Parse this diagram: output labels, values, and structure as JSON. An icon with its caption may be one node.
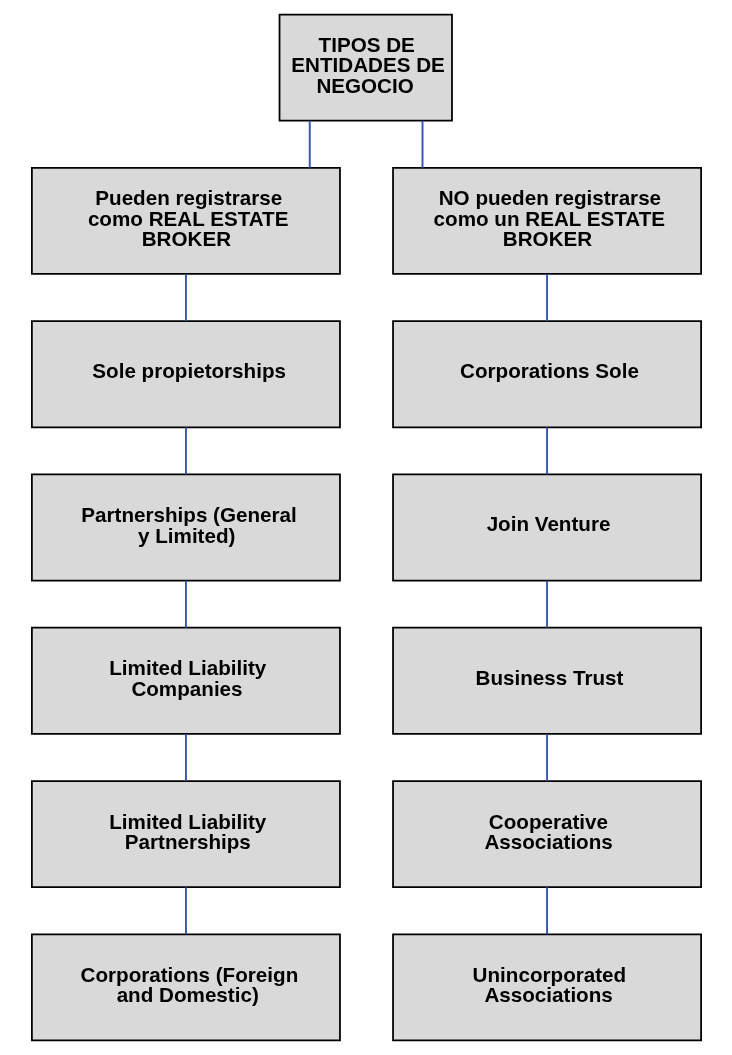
{
  "diagram": {
    "nodes": [
      {
        "text": [
          "TIPOS DE ENTIDADES DE NEGOCIO"
        ]
      },
      {
        "text": [
          "Pueden registrarse como REAL ESTATE BROKER"
        ]
      },
      {
        "text": [
          "NO pueden registrarse como un REAL ESTATE BROKER"
        ]
      },
      {
        "text": [
          "Sole propietorships"
        ]
      },
      {
        "text": [
          "Partnerships (General y Limited)"
        ]
      },
      {
        "text": [
          "Limited Liability Companies"
        ]
      },
      {
        "text": [
          "Limited Liability Partnerships"
        ]
      },
      {
        "text": [
          "Corporations (Foreign and Domestic)"
        ]
      },
      {
        "text": [
          "Corporations Sole"
        ]
      },
      {
        "text": [
          "Join Venture"
        ]
      },
      {
        "text": [
          "Business Trust"
        ]
      },
      {
        "text": [
          "Cooperative Associations"
        ]
      },
      {
        "text": [
          "Unincorporated Associations"
        ]
      }
    ],
    "edges": [
      {
        "from": 0,
        "to": 1,
        "arrow": "none"
      },
      {
        "from": 0,
        "to": 2,
        "arrow": "none"
      },
      {
        "from": 1,
        "to": 3,
        "arrow": "none"
      },
      {
        "from": 3,
        "to": 4,
        "arrow": "none"
      },
      {
        "from": 4,
        "to": 5,
        "arrow": "none"
      },
      {
        "from": 5,
        "to": 6,
        "arrow": "none"
      },
      {
        "from": 6,
        "to": 7,
        "arrow": "none"
      },
      {
        "from": 2,
        "to": 8,
        "arrow": "none"
      },
      {
        "from": 8,
        "to": 9,
        "arrow": "none"
      },
      {
        "from": 9,
        "to": 10,
        "arrow": "none"
      },
      {
        "from": 10,
        "to": 11,
        "arrow": "none"
      },
      {
        "from": 11,
        "to": 12,
        "arrow": "none"
      }
    ]
  }
}
